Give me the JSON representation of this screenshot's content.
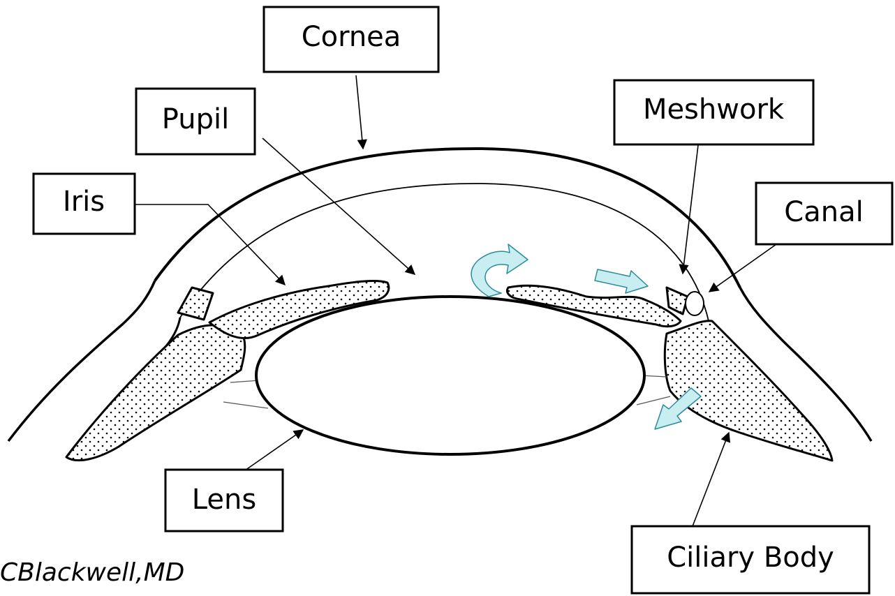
{
  "labels": {
    "cornea": "Cornea",
    "pupil": "Pupil",
    "iris": "Iris",
    "meshwork": "Meshwork",
    "canal": "Canal",
    "lens": "Lens",
    "ciliary_body": "Ciliary Body"
  },
  "credit": "CBlackwell,MD",
  "colors": {
    "outline": "#000000",
    "tissue_dots": "#000000",
    "fluid_flow_arrows": "#c8eef1",
    "background": "#ffffff"
  }
}
